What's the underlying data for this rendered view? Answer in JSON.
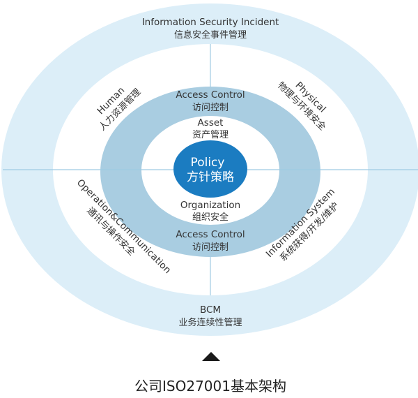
{
  "colors": {
    "outer_ring": "#dceef8",
    "middle_ring": "#a9cde1",
    "policy": "#1b7cc1",
    "divider": "#9fcbe3"
  },
  "outer_top": {
    "en": "Information Security Incident",
    "zh": "信息安全事件管理"
  },
  "outer_bottom": {
    "en": "BCM",
    "zh": "业务连续性管理"
  },
  "quadrant_top_left": {
    "en": "Human",
    "zh": "人力资源管理"
  },
  "quadrant_top_right": {
    "en": "Physical",
    "zh": "物理与环境安全"
  },
  "quadrant_bottom_left": {
    "en": "Operation&Communication",
    "zh": "通讯与操作安全"
  },
  "quadrant_bottom_right": {
    "en": "Information System",
    "zh": "系统获得/开发/维护"
  },
  "ring_top": {
    "en": "Access Control",
    "zh": "访问控制"
  },
  "ring_bottom": {
    "en": "Access Control",
    "zh": "访问控制"
  },
  "inner_top": {
    "en": "Asset",
    "zh": "资产管理"
  },
  "inner_bottom": {
    "en": "Organization",
    "zh": "组织安全"
  },
  "center": {
    "en": "Policy",
    "zh": "方针策略"
  },
  "caption": "公司ISO27001基本架构"
}
